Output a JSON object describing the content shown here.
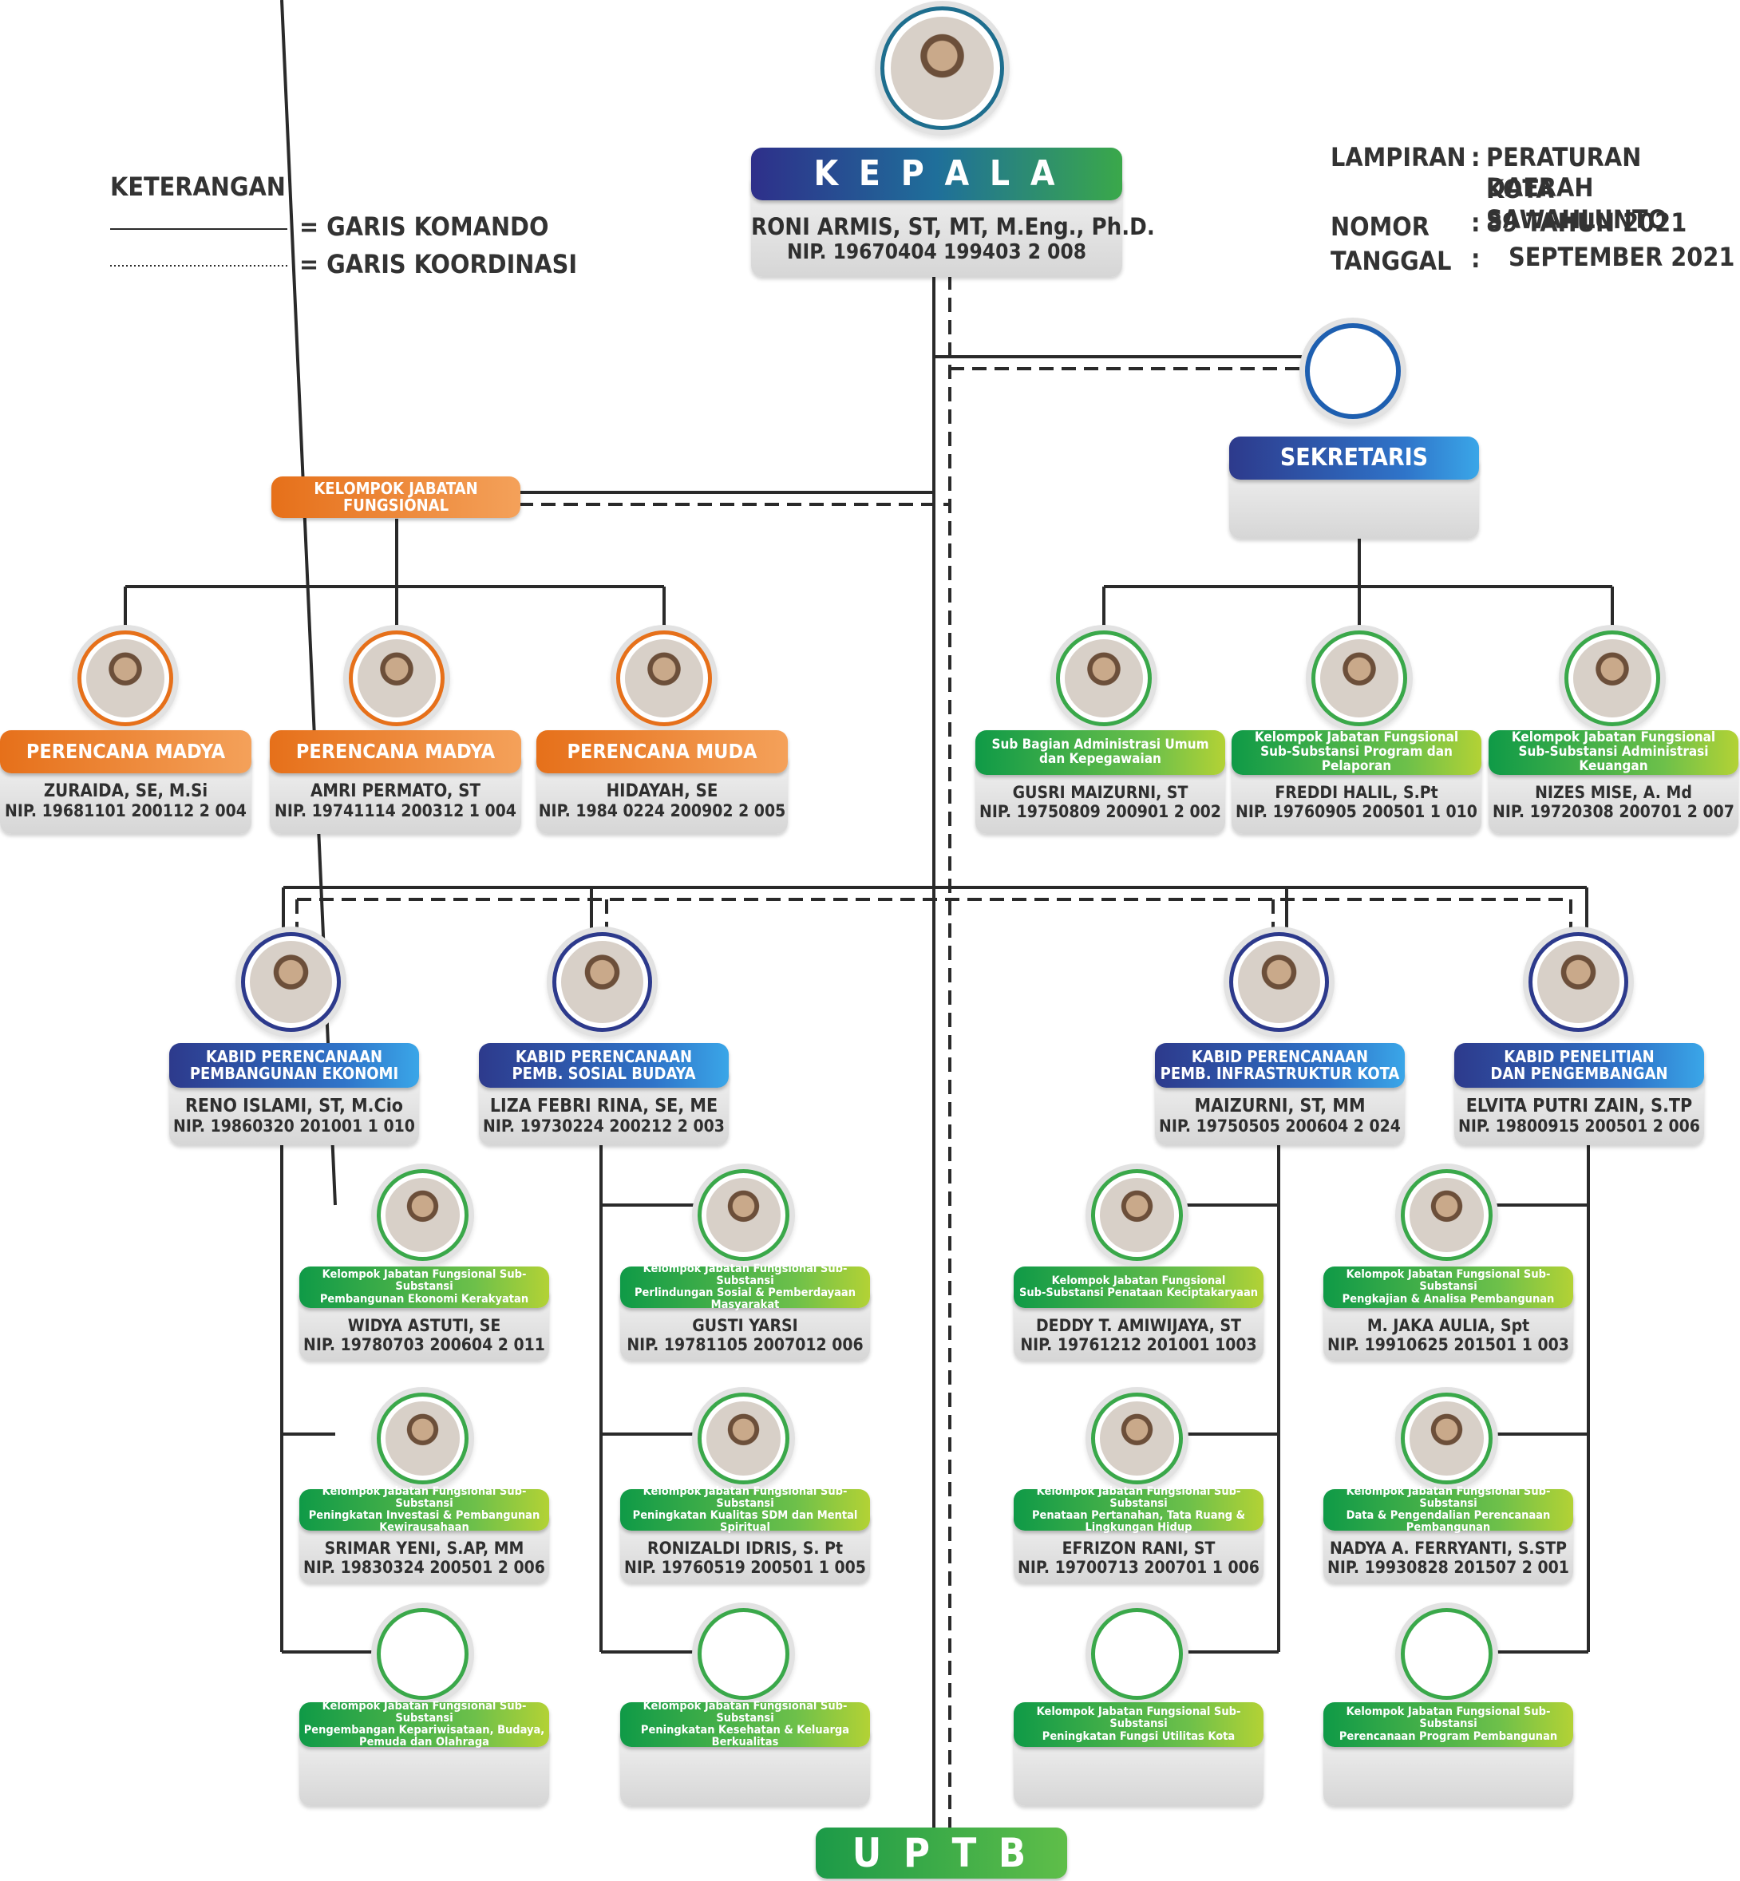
{
  "legend": {
    "title": "KETERANGAN",
    "komando": "= GARIS KOMANDO",
    "koordinasi": "= GARIS KOORDINASI"
  },
  "lampiran": {
    "lampiran_label": "LAMPIRAN",
    "lampiran_colon": ":",
    "lampiran_value_1": "PERATURAN DAERAH",
    "lampiran_value_2": "KOTA SAWAHLUNTO",
    "nomor_label": "NOMOR",
    "nomor_colon": ":",
    "nomor_value": "89 TAHUN 2021",
    "tanggal_label": "TANGGAL",
    "tanggal_colon": ":",
    "tanggal_value": "SEPTEMBER 2021"
  },
  "kepala": {
    "title": "K E P A L A",
    "name": "RONI ARMIS, ST, MT, M.Eng., Ph.D.",
    "nip": "NIP. 19670404 199403 2 008"
  },
  "sekretaris": {
    "title": "SEKRETARIS",
    "name": "",
    "nip": ""
  },
  "kjf_label": "KELOMPOK JABATAN FUNGSIONAL",
  "perencana": [
    {
      "title": "PERENCANA MADYA",
      "name": "ZURAIDA, SE, M.Si",
      "nip": "NIP. 19681101 200112 2 004"
    },
    {
      "title": "PERENCANA MADYA",
      "name": "AMRI PERMATO, ST",
      "nip": "NIP. 19741114 200312 1 004"
    },
    {
      "title": "PERENCANA MUDA",
      "name": "HIDAYAH, SE",
      "nip": "NIP. 1984 0224 200902 2 005"
    }
  ],
  "sekretariat_units": [
    {
      "title_1": "Sub Bagian Administrasi Umum",
      "title_2": "dan Kepegawaian",
      "name": "GUSRI MAIZURNI, ST",
      "nip": "NIP. 19750809 200901 2 002"
    },
    {
      "title_1": "Kelompok Jabatan Fungsional",
      "title_2": "Sub-Substansi Program dan Pelaporan",
      "name": "FREDDI HALIL, S.Pt",
      "nip": "NIP. 19760905 200501 1 010"
    },
    {
      "title_1": "Kelompok Jabatan Fungsional",
      "title_2": "Sub-Substansi Administrasi Keuangan",
      "name": "NIZES MISE, A. Md",
      "nip": "NIP. 19720308 200701 2 007"
    }
  ],
  "kabid": [
    {
      "title_1": "KABID PERENCANAAN",
      "title_2": "PEMBANGUNAN EKONOMI",
      "name": "RENO ISLAMI, ST, M.Cio",
      "nip": "NIP. 19860320 201001 1 010"
    },
    {
      "title_1": "KABID PERENCANAAN",
      "title_2": "PEMB. SOSIAL BUDAYA",
      "name": "LIZA FEBRI RINA, SE, ME",
      "nip": "NIP. 19730224 200212 2 003"
    },
    {
      "title_1": "KABID PERENCANAAN",
      "title_2": "PEMB. INFRASTRUKTUR KOTA",
      "name": "MAIZURNI, ST, MM",
      "nip": "NIP. 19750505 200604 2 024"
    },
    {
      "title_1": "KABID PENELITIAN",
      "title_2": "DAN PENGEMBANGAN",
      "name": "ELVITA PUTRI ZAIN, S.TP",
      "nip": "NIP. 19800915 200501 2 006"
    }
  ],
  "subunits": [
    [
      {
        "title_1": "Kelompok Jabatan Fungsional  Sub-Substansi",
        "title_2": "Pembangunan Ekonomi Kerakyatan",
        "title_3": "",
        "name": "WIDYA ASTUTI, SE",
        "nip": "NIP. 19780703 200604 2 011"
      },
      {
        "title_1": "Kelompok Jabatan Fungsional Sub-Substansi",
        "title_2": "Peningkatan Investasi & Pembangunan Kewirausahaan",
        "title_3": "",
        "name": "SRIMAR YENI, S.AP, MM",
        "nip": "NIP. 19830324 200501 2 006"
      },
      {
        "title_1": "Kelompok Jabatan Fungsional Sub-Substansi",
        "title_2": "Pengembangan Kepariwisataan, Budaya,",
        "title_3": "Pemuda dan Olahraga",
        "name": "",
        "nip": ""
      }
    ],
    [
      {
        "title_1": "Kelompok Jabatan Fungsional Sub-Substansi",
        "title_2": "Perlindungan Sosial & Pemberdayaan Masyarakat",
        "title_3": "",
        "name": "GUSTI YARSI",
        "nip": "NIP. 19781105 2007012 006"
      },
      {
        "title_1": "Kelompok Jabatan Fungsional Sub-Substansi",
        "title_2": "Peningkatan Kualitas SDM dan Mental Spiritual",
        "title_3": "",
        "name": "RONIZALDI IDRIS, S. Pt",
        "nip": "NIP. 19760519 200501 1 005"
      },
      {
        "title_1": "Kelompok Jabatan Fungsional Sub-Substansi",
        "title_2": "Peningkatan Kesehatan & Keluarga Berkualitas",
        "title_3": "",
        "name": "",
        "nip": ""
      }
    ],
    [
      {
        "title_1": "Kelompok Jabatan Fungsional",
        "title_2": "Sub-Substansi Penataan Keciptakaryaan",
        "title_3": "",
        "name": "DEDDY T. AMIWIJAYA, ST",
        "nip": "NIP. 19761212 201001 1003"
      },
      {
        "title_1": "Kelompok Jabatan Fungsional Sub-Substansi",
        "title_2": "Penataan Pertanahan, Tata Ruang & Lingkungan Hidup",
        "title_3": "",
        "name": "EFRIZON RANI, ST",
        "nip": "NIP. 19700713 200701 1 006"
      },
      {
        "title_1": "Kelompok Jabatan Fungsional Sub-Substansi",
        "title_2": "Peningkatan Fungsi Utilitas Kota",
        "title_3": "",
        "name": "",
        "nip": ""
      }
    ],
    [
      {
        "title_1": "Kelompok Jabatan Fungsional Sub-Substansi",
        "title_2": "Pengkajian & Analisa Pembangunan",
        "title_3": "",
        "name": "M. JAKA AULIA, Spt",
        "nip": "NIP. 19910625 201501 1 003"
      },
      {
        "title_1": "Kelompok Jabatan Fungsional Sub-Substansi",
        "title_2": "Data & Pengendalian Perencanaan Pembangunan",
        "title_3": "",
        "name": "NADYA A. FERRYANTI, S.STP",
        "nip": "NIP. 19930828 201507 2 001"
      },
      {
        "title_1": "Kelompok Jabatan Fungsional Sub-Substansi",
        "title_2": "Perencanaan Program Pembangunan",
        "title_3": "",
        "name": "",
        "nip": ""
      }
    ]
  ],
  "uptb": "U P T B",
  "colors": {
    "orange": "#e6701a",
    "blue": "#2d3a8c",
    "green": "#0f9a47",
    "line": "#2a2a2a"
  }
}
